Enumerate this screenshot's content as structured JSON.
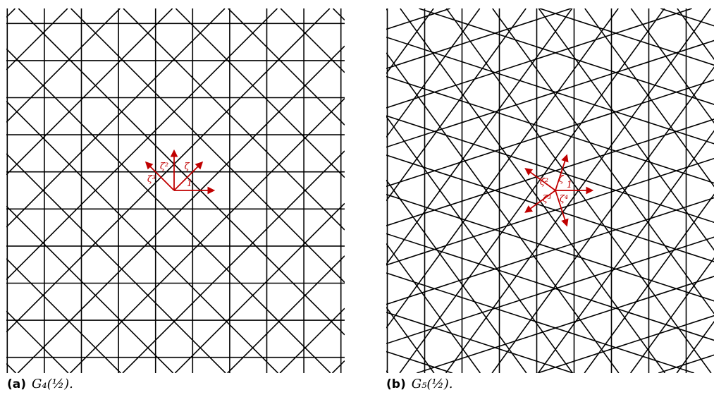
{
  "figure": {
    "panels": [
      {
        "id": "a",
        "caption_tag": "(a)",
        "caption_math": "G₄(½).",
        "order": 4,
        "offset": 0.5,
        "vector_labels": [
          "1",
          "ζ",
          "ζ²",
          "ζ³"
        ],
        "vector_color": "#c00000"
      },
      {
        "id": "b",
        "caption_tag": "(b)",
        "caption_math": "G₅(½).",
        "order": 5,
        "offset": 0.5,
        "vector_labels": [
          "1",
          "ζ",
          "ζ²",
          "ζ³",
          "ζ⁴"
        ],
        "vector_color": "#c00000"
      }
    ],
    "line_color": "#000000"
  }
}
